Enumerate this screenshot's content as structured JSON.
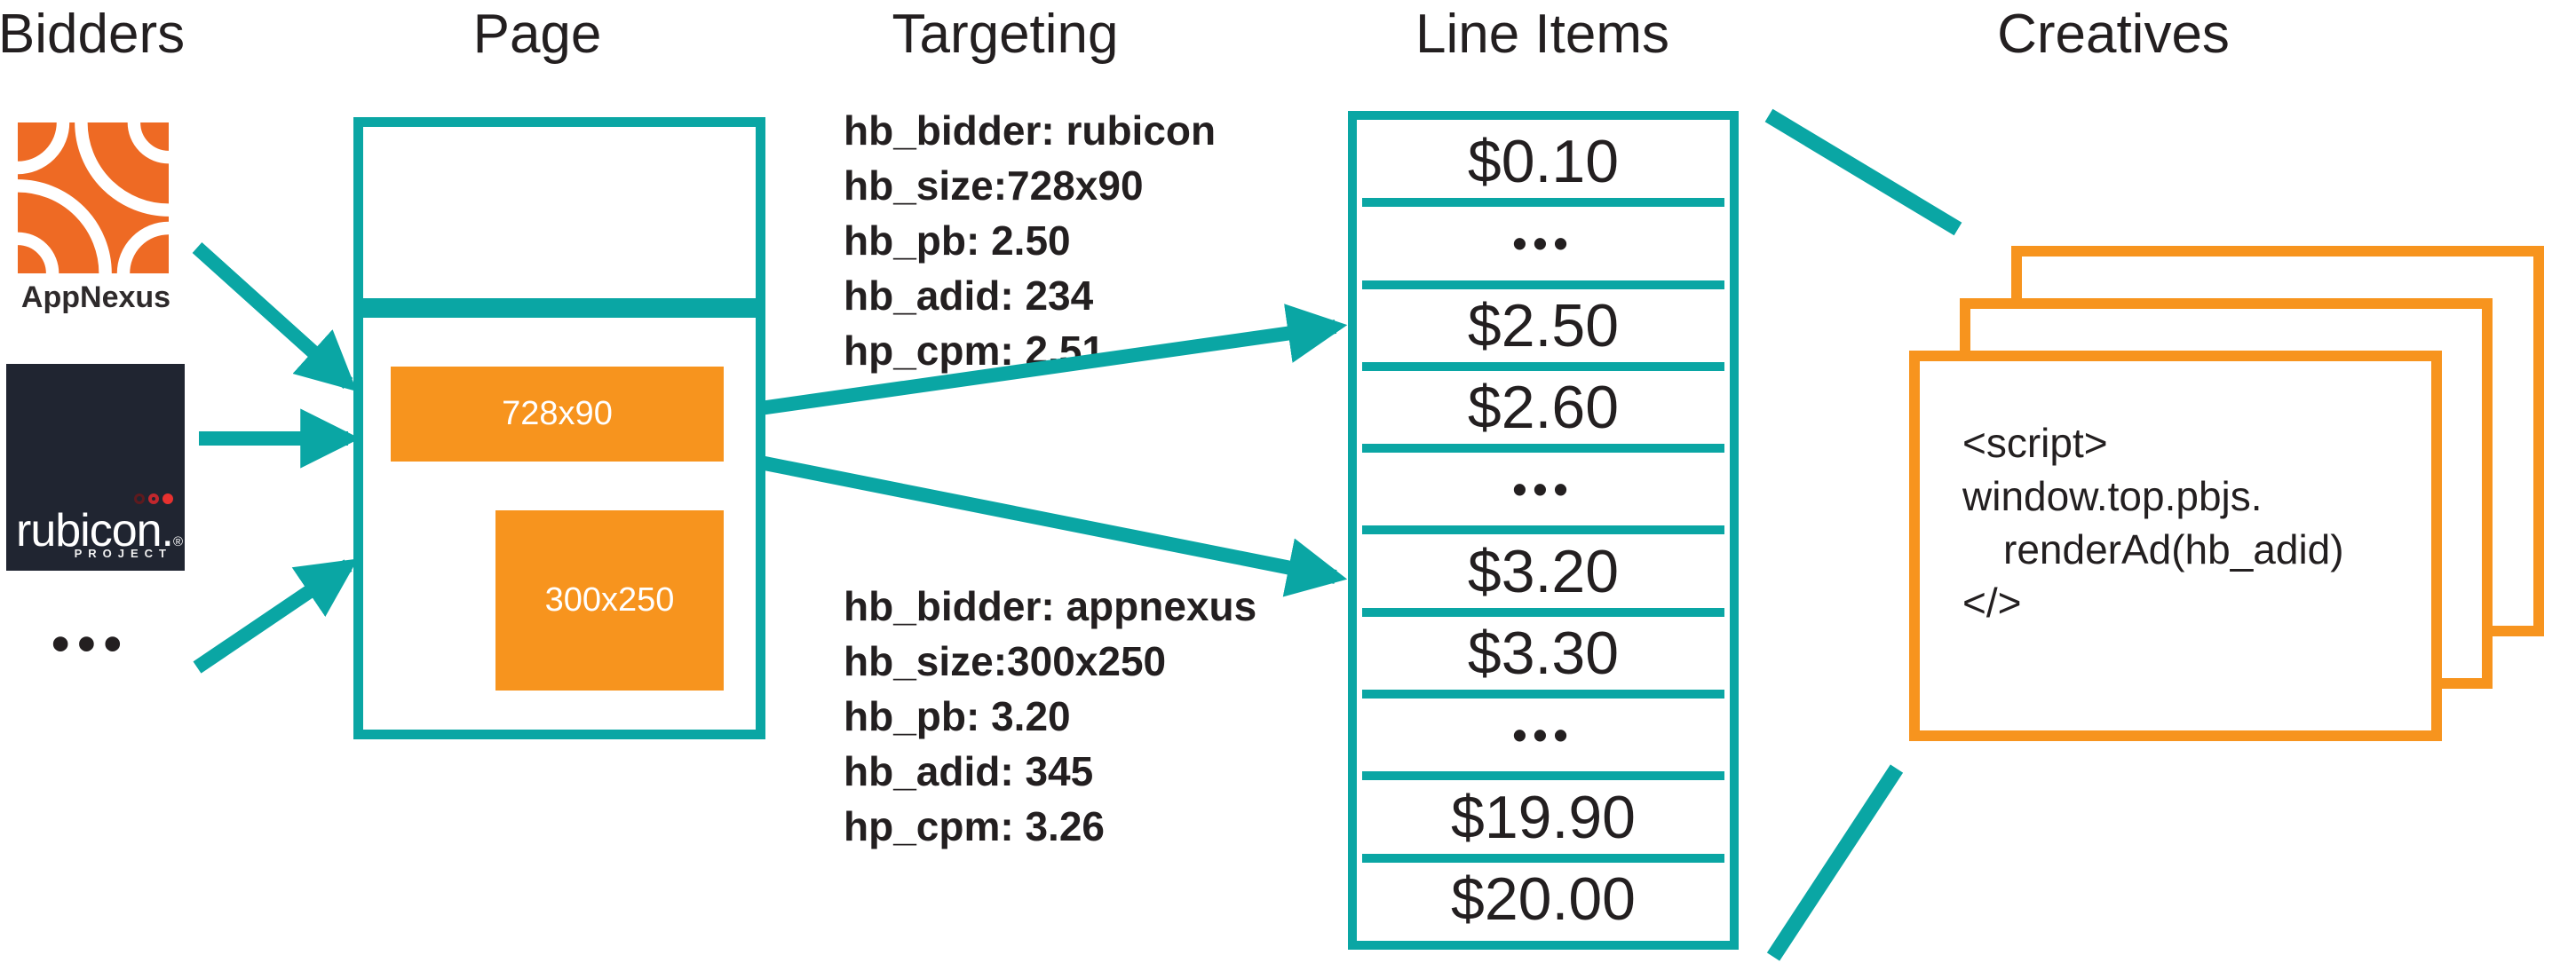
{
  "diagram": {
    "headers": {
      "bidders": "Bidders",
      "page": "Page",
      "targeting": "Targeting",
      "line_items": "Line Items",
      "creatives": "Creatives"
    },
    "bidders": {
      "appnexus_label": "AppNexus",
      "rubicon_wordmark": "rubicon.",
      "rubicon_reg": "®",
      "rubicon_project": "PROJECT",
      "ellipsis": "•••"
    },
    "page": {
      "banner_label": "728x90",
      "rect_label": "300x250"
    },
    "targeting_blocks": [
      {
        "lines": [
          "hb_bidder: rubicon",
          "hb_size:728x90",
          "hb_pb: 2.50",
          "hb_adid: 234",
          "hp_cpm: 2.51"
        ]
      },
      {
        "lines": [
          "hb_bidder: appnexus",
          "hb_size:300x250",
          "hb_pb: 3.20",
          "hb_adid: 345",
          "hp_cpm: 3.26"
        ]
      }
    ],
    "line_items": {
      "rows": [
        "$0.10",
        "•••",
        "$2.50",
        "$2.60",
        "•••",
        "$3.20",
        "$3.30",
        "•••",
        "$19.90",
        "$20.00"
      ]
    },
    "creatives": {
      "script_lines": [
        "<script>",
        "window.top.pbjs.",
        "renderAd(hb_adid)",
        "</>"
      ]
    },
    "colors": {
      "teal": "#0AA6A4",
      "orange": "#F7941E",
      "appnexus_orange": "#EE6A24",
      "dark": "#231F20",
      "rubicon_bg": "#202531",
      "rubicon_red": "#E8312F"
    }
  }
}
